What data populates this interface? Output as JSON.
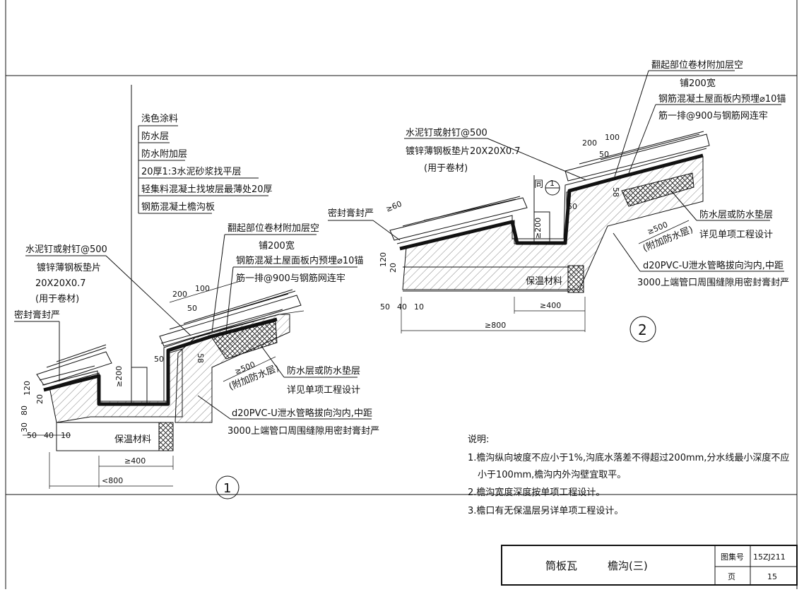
{
  "detail1": {
    "number": "1",
    "layers": [
      "浅色涂料",
      "防水层",
      "防水附加层",
      "20厚1:3水泥砂浆找平层",
      "轻集料混凝土找坡层最薄处20厚",
      "钢筋混凝土檐沟板"
    ],
    "nail": [
      "水泥钉或射钉@500",
      "镀锌薄钢板垫片",
      "20X20X0.7",
      "(用于卷材)"
    ],
    "seal": "密封膏封严",
    "flash": [
      "翻起部位卷材附加层空",
      "铺200宽"
    ],
    "anchor": [
      "钢筋混凝土屋面板内预埋⌀10锚",
      "筋一排@900与钢筋网连牢"
    ],
    "waterproof": [
      "防水层或防水垫层",
      "详见单项工程设计"
    ],
    "extra": "(附加防水层)",
    "drain": [
      "d20PVC-U泄水管略拔向沟内,中距",
      "3000上端管口周围缝隙用密封膏封严"
    ],
    "insulation": "保温材料",
    "dims": {
      "d200": "200",
      "d100": "100",
      "d50": "50",
      "d58": "58",
      "d50b": "50",
      "d200v": "≥200",
      "d500": "≥500",
      "d20": "20",
      "d120": "120",
      "d80": "80",
      "d30": "30",
      "d50c": "50",
      "d40": "40",
      "d10": "10",
      "d400": "≥400",
      "d800": "<800"
    }
  },
  "detail2": {
    "number": "2",
    "flash": [
      "翻起部位卷材附加层空",
      "铺200宽"
    ],
    "anchor": [
      "钢筋混凝土屋面板内预埋⌀10锚",
      "筋一排@900与钢筋网连牢"
    ],
    "nail": [
      "水泥钉或射钉@500",
      "镀锌薄钢板垫片20X20X0.7",
      "(用于卷材)"
    ],
    "same_mark": "同",
    "same_ref": "1",
    "seal": "密封膏封严",
    "waterproof": [
      "防水层或防水垫层",
      "详见单项工程设计"
    ],
    "extra": "(附加防水层)",
    "drain": [
      "d20PVC-U泄水管略拔向沟内,中距",
      "3000上端管口周围缝隙用密封膏封严"
    ],
    "insulation": "保温材料",
    "dims": {
      "d200": "200",
      "d100": "100",
      "d50": "50",
      "d58": "58",
      "d50b": "50",
      "d200v": "≥200",
      "d500": "≥500",
      "d60": "≥60",
      "d120": "120",
      "d20": "20",
      "d50c": "50",
      "d40": "40",
      "d10": "10",
      "d400": "≥400",
      "d800": "≥800"
    }
  },
  "notes": {
    "title": "说明:",
    "items": [
      "1.檐沟纵向坡度不应小于1%,沟底水落差不得超过200mm,分水线最小深度不应",
      "小于100mm,檐沟内外沟壁宜取平。",
      "2.檐沟宽度深度按单项工程设计。",
      "3.檐口有无保温层另详单项工程设计。"
    ]
  },
  "title_block": {
    "name": "筒板瓦",
    "subject": "檐沟(三)",
    "atlas_label": "图集号",
    "atlas_no": "15ZJ211",
    "page_label": "页",
    "page_no": "15"
  }
}
